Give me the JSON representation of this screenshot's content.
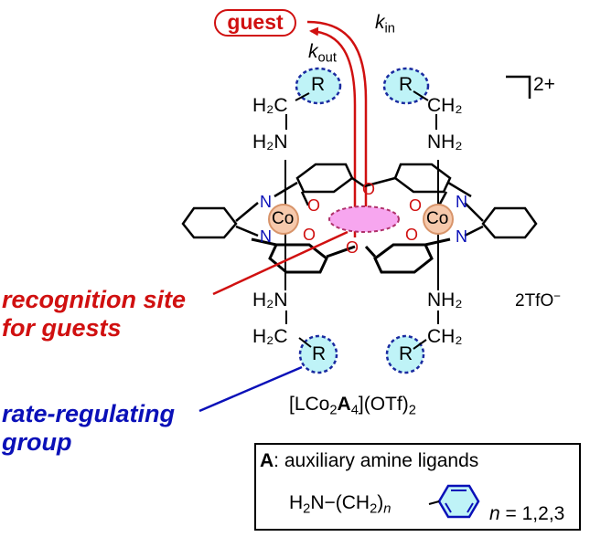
{
  "guest_label": "guest",
  "rate_constants": {
    "in": {
      "base": "k",
      "sub": "in"
    },
    "out": {
      "base": "k",
      "sub": "out"
    }
  },
  "charge": "2+",
  "counterion": {
    "text": "2TfO",
    "sup": "−"
  },
  "metal_label": "Co",
  "heteroatoms": {
    "N": "N",
    "O": "O"
  },
  "amine_groups": {
    "top_left": {
      "ch2": "H₂C",
      "nh": "H₂N"
    },
    "top_right": {
      "ch2": "CH₂",
      "nh": "NH₂"
    },
    "bottom_left": {
      "nh": "H₂N",
      "ch2": "H₂C"
    },
    "bottom_right": {
      "nh": "NH₂",
      "ch2": "CH₂"
    },
    "r_label": "R"
  },
  "annotations": {
    "recognition_site": [
      "recognition site",
      "for guests"
    ],
    "rate_regulating": [
      "rate-regulating",
      "group"
    ]
  },
  "complex_formula": {
    "prefix": "[LCo",
    "sub1": "2",
    "bold": "A",
    "sub2": "4",
    "mid": "](OTf)",
    "sub3": "2"
  },
  "legend_box": {
    "title_bold": "A",
    "title_rest": ": auxiliary amine ligands",
    "formula": {
      "h": "H",
      "h_sub": "2",
      "n_ch2": "N−(CH",
      "ch2_sub": "2",
      "close": ")",
      "n_sub": "n"
    },
    "n_values": {
      "var": "n",
      "eq": " = 1,2,3"
    }
  },
  "colors": {
    "red": "#d01010",
    "blue": "#0a10b8",
    "r_fill": "#bff3f7",
    "co_fill": "#f6c9ac",
    "site_fill": "#f7a6ef",
    "benzene_fill": "#bff3f7"
  }
}
